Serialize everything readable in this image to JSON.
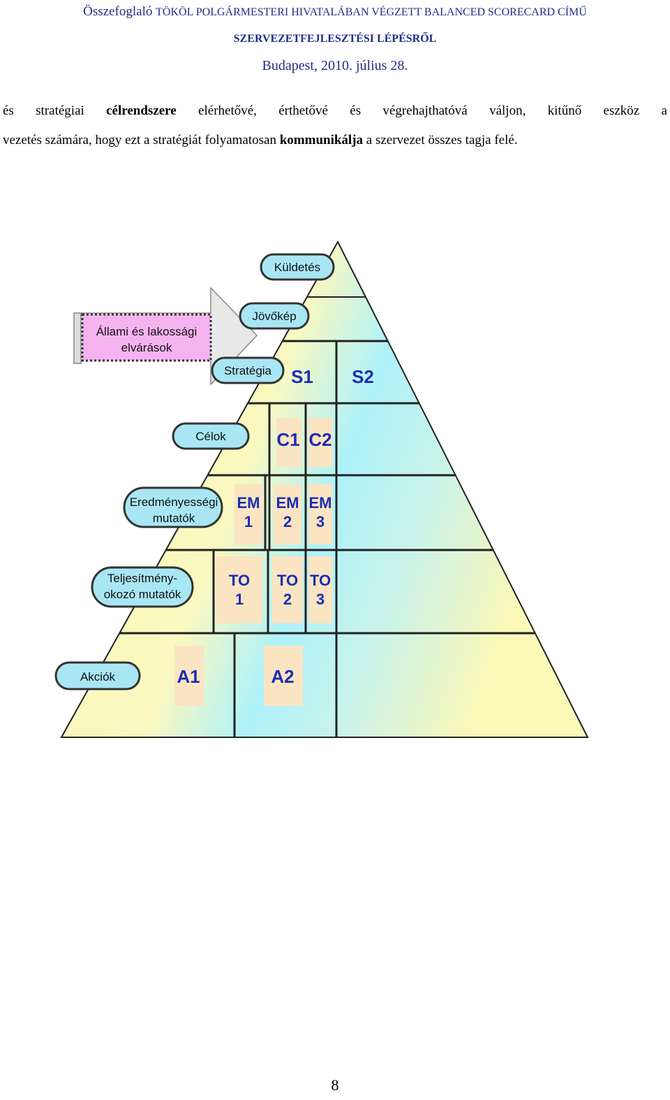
{
  "header": {
    "line1_prefix": "Összefoglaló ",
    "line1_title": "TÖKÖL POLGÁRMESTERI HIVATALÁBAN VÉGZETT BALANCED SCORECARD CÍMŰ",
    "line2": "SZERVEZETFEJLESZTÉSI LÉPÉSRŐL",
    "line3": "Budapest, 2010. július 28."
  },
  "body": {
    "l1_a": "és stratégiai ",
    "l1_bold": "célrendszere",
    "l1_b": " elérhetővé, érthetővé és végrehajthatóvá váljon, kitűnő eszköz a",
    "l2_a": "vezetés számára, hogy ezt a stratégiát folyamatosan ",
    "l2_bold": "kommunikálja",
    "l2_b": " a szervezet összes tagja felé."
  },
  "diagram": {
    "input_line1": "Állami és lakossági",
    "input_line2": "elvárások",
    "labels": {
      "mission": "Küldetés",
      "vision": "Jövőkép",
      "strategy": "Stratégia",
      "goals": "Célok",
      "result_1": "Eredményességi",
      "result_2": "mutatók",
      "perf_1": "Teljesítmény-",
      "perf_2": "okozó mutatók",
      "actions": "Akciók"
    },
    "codes": {
      "s1": "S1",
      "s2": "S2",
      "c1": "C1",
      "c2": "C2",
      "em": "EM",
      "em1": "1",
      "em2": "2",
      "em3": "3",
      "to": "TO",
      "to1": "1",
      "to2": "2",
      "to3": "3",
      "a1": "A1",
      "a2": "A2"
    },
    "colors": {
      "pyramid_base": "#fbf8b8",
      "pyramid_cyan": "#aef2fa",
      "cell": "#fbe4c2",
      "bubble": "#a9e6f4",
      "input_box": "#f5b3f0",
      "code_text": "#1a2fb0"
    }
  },
  "page_number": "8"
}
